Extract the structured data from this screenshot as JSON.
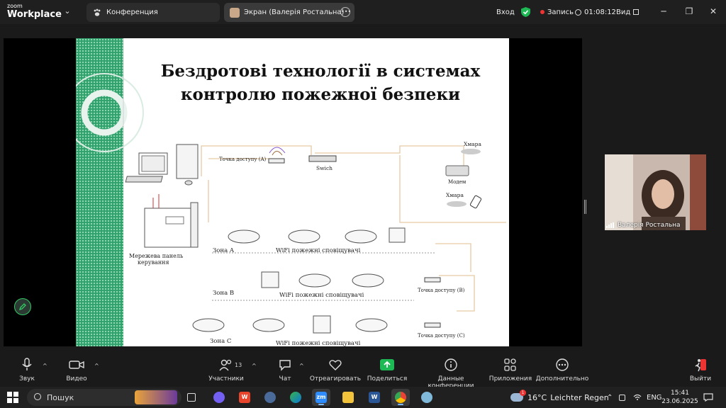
{
  "app": {
    "logo_line1": "zoom",
    "logo_line2": "Workplace"
  },
  "tabs": [
    {
      "label": "Конференция",
      "icon": "paw-icon"
    },
    {
      "label": "Экран (Валерія Ростальна)",
      "icon": "avatar-icon"
    }
  ],
  "topbar": {
    "signin": "Вход",
    "record_label": "Запись",
    "timer": "01:08:12",
    "view_label": "Вид"
  },
  "slide": {
    "title_line1": "Бездротові технології в системах",
    "title_line2": "контролю пожежної безпеки",
    "diagram": {
      "access_point_a": "Точка доступу (A)",
      "switch": "Swich",
      "cloud_top": "Хмара",
      "modem": "Модем",
      "cloud_mid": "Хмара",
      "zone_a": "Зона A",
      "zone_b": "Зона B",
      "zone_c": "Зона C",
      "wifi_a": "WiFi пожежні сповіщувачі",
      "wifi_b": "WiFi пожежні сповіщувачі",
      "wifi_c": "WiFi пожежні сповіщувачі",
      "panel_line1": "Мережева панель",
      "panel_line2": "керування",
      "access_point_b": "Точка доступу (B)",
      "access_point_c": "Точка доступу (C)"
    }
  },
  "participant": {
    "name": "Валерія Ростальна"
  },
  "toolbar": {
    "audio": "Звук",
    "video": "Видео",
    "participants": "Участники",
    "participants_count": "13",
    "chat": "Чат",
    "react": "Отреагировать",
    "share": "Поделиться",
    "info": "Данные конференции",
    "apps": "Приложения",
    "more": "Дополнительно",
    "leave": "Выйти"
  },
  "taskbar": {
    "search_placeholder": "Пошук",
    "weather_temp": "16°C",
    "weather_text": "Leichter Regen",
    "lang": "ENG",
    "time": "15:41",
    "date": "23.06.2025",
    "weather_badge": "1"
  },
  "colors": {
    "accent_green": "#1db954",
    "slide_green": "#2f9f6c",
    "record_red": "#e33333"
  }
}
